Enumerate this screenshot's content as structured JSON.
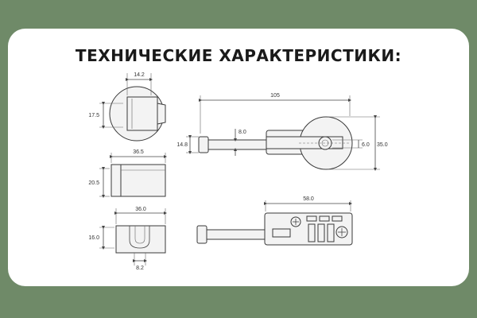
{
  "heading": "ТЕХНИЧЕСКИЕ ХАРАКТЕРИСТИКИ:",
  "colors": {
    "background": "#6f8a68",
    "card": "#ffffff",
    "stroke": "#3a3a3a"
  },
  "dimensions": {
    "top_view_width": "14.2",
    "top_view_height": "17.5",
    "front_width": "36.5",
    "front_height": "20.5",
    "side_width": "36.0",
    "side_height": "16.0",
    "slot_width": "8.2",
    "total_length": "105",
    "pin_offset": "8.0",
    "pin_diameter": "14.8",
    "hole_diameter": "6.0",
    "head_diameter": "35.0",
    "body_length": "58.0"
  }
}
